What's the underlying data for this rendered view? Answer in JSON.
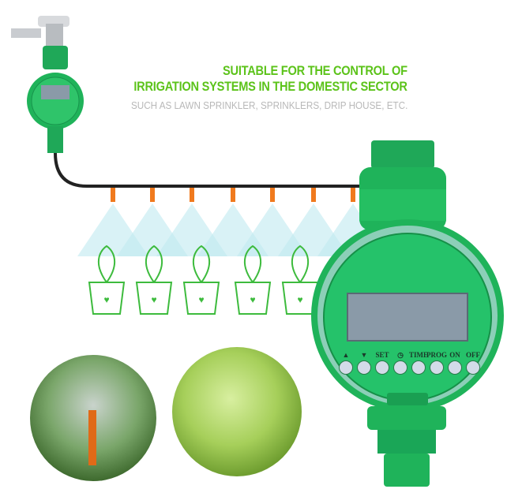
{
  "headline": {
    "line1": "SUITABLE FOR THE CONTROL OF",
    "line2": "IRRIGATION SYSTEMS IN THE DOMESTIC SECTOR",
    "subline": "SUCH AS LAWN SPRINKLER, SPRINKLERS, DRIP HOUSE, ETC."
  },
  "timer_buttons": [
    {
      "label": "▲",
      "icon": "up-arrow-icon"
    },
    {
      "label": "▼",
      "icon": "down-arrow-icon"
    },
    {
      "label": "SET"
    },
    {
      "label": "◷",
      "icon": "clock-icon"
    },
    {
      "label": "TIME"
    },
    {
      "label": "PROG"
    },
    {
      "label": "ON"
    },
    {
      "label": "OFF"
    }
  ],
  "colors": {
    "brand_green": "#1fb35a",
    "text_green": "#5cc31a",
    "dripper_orange": "#f07a1e",
    "lcd": "#8a9aa8",
    "plant_green": "#3dbb3d"
  }
}
